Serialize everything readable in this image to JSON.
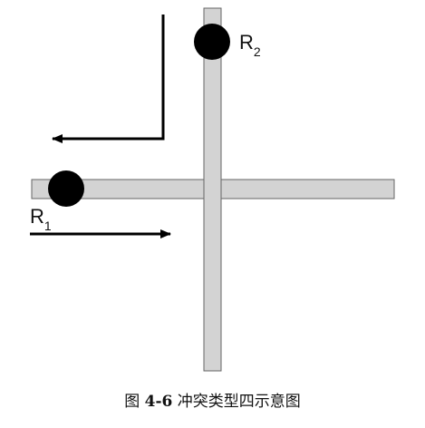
{
  "diagram": {
    "robots": [
      {
        "name": "R",
        "sub": "2"
      },
      {
        "name": "R",
        "sub": "1"
      }
    ]
  },
  "caption": {
    "prefix": "图",
    "number": "4-6",
    "text": "冲突类型四示意图"
  },
  "colors": {
    "road_fill": "#d3d3d3",
    "road_stroke": "#666666",
    "robot": "#000000",
    "arrow": "#000000"
  }
}
